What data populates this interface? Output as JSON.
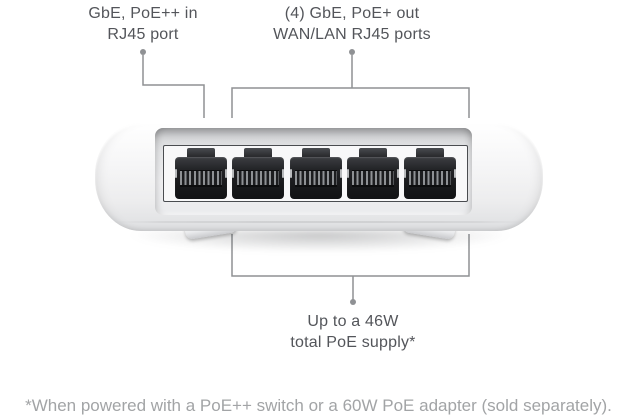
{
  "callouts": {
    "poe_in": {
      "line1": "GbE, PoE++ in",
      "line2": "RJ45 port"
    },
    "poe_out": {
      "line1": "(4) GbE, PoE+ out",
      "line2": "WAN/LAN RJ45 ports"
    },
    "poe_supply": {
      "line1": "Up to a 46W",
      "line2": "total PoE supply*"
    }
  },
  "footnote": "*When powered with a PoE++ switch or a 60W PoE adapter (sold separately).",
  "device": {
    "description": "5-port PoE network switch, front view",
    "port_count": 5,
    "port_type": "rj45"
  },
  "colors": {
    "label_text": "#53555a",
    "line_color": "#8f9194",
    "footnote_text": "#a2a4a6",
    "device_body": "#f6f6f7",
    "pin_light": "#8e9194"
  }
}
